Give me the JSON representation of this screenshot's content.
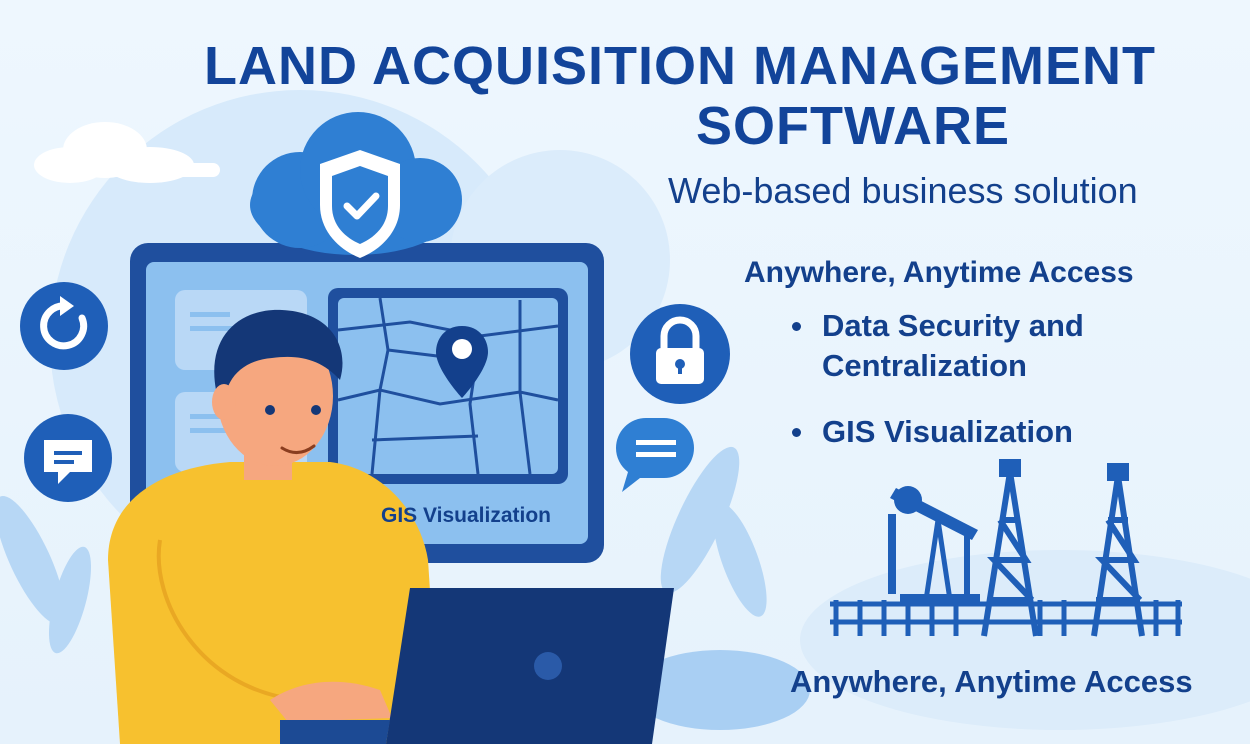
{
  "title": {
    "line1": "LAND ACQUISITION MANAGEMENT",
    "line2": "SOFTWARE"
  },
  "subtitle": "Web-based business solution",
  "access_heading": "Anywhere, Anytime Access",
  "bullets": [
    "Data Security and Centralization",
    "GIS Visualization"
  ],
  "screen_label": "GIS Visualization",
  "footer_access": "Anywhere, Anytime Access",
  "icons": [
    "cloud-shield-check-icon",
    "refresh-icon",
    "chat-icon",
    "lock-icon",
    "message-icon",
    "map-pin-icon",
    "oil-pumpjack-icon",
    "oil-derrick-icon"
  ],
  "colors": {
    "primary": "#13408c",
    "accent": "#2f7fd3",
    "light": "#bfdcf6",
    "sweater": "#f7c12f"
  }
}
